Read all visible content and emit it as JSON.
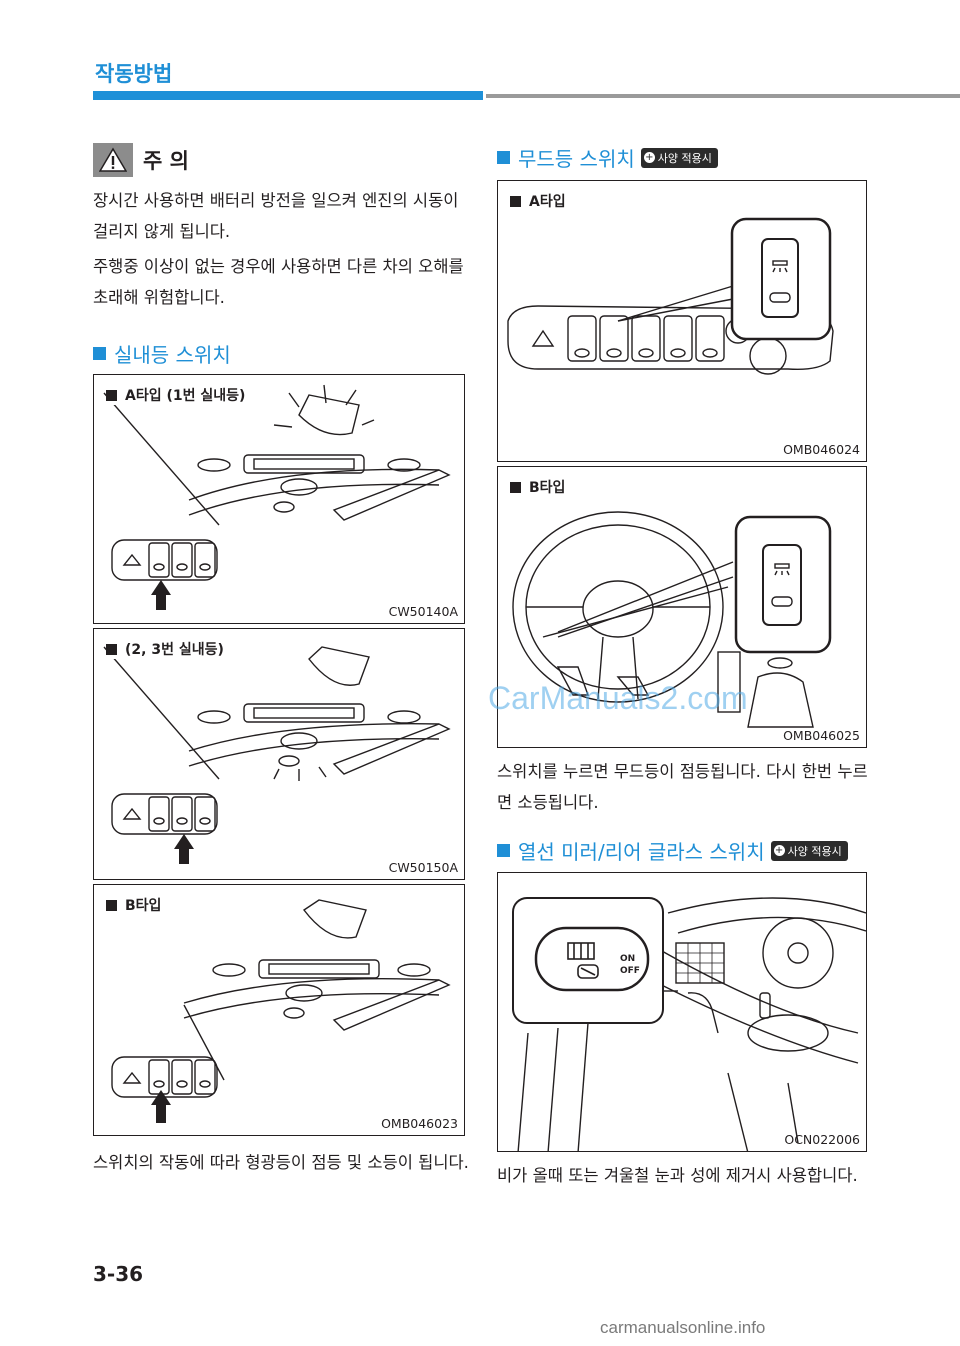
{
  "header": {
    "title": "작동방법"
  },
  "caution": {
    "title": "주 의",
    "paragraphs": [
      "장시간 사용하면 배터리 방전을 일으켜 엔진의 시동이 걸리지 않게 됩니다.",
      "주행중 이상이 없는 경우에 사용하면 다른 차의 오해를 초래해 위험합니다."
    ]
  },
  "interior_lamp": {
    "title": "실내등 스위치",
    "figures": [
      {
        "label": "A타입 (1번 실내등)",
        "code": "CW50140A"
      },
      {
        "label": "(2, 3번 실내등)",
        "code": "CW50150A"
      },
      {
        "label": "B타입",
        "code": "OMB046023"
      }
    ],
    "description": "스위치의 작동에 따라 형광등이 점등 및 소등이 됩니다."
  },
  "mood_lamp": {
    "title": "무드등 스위치",
    "badge": "사양 적용시",
    "figures": [
      {
        "label": "A타입",
        "code": "OMB046024"
      },
      {
        "label": "B타입",
        "code": "OMB046025"
      }
    ],
    "description": "스위치를 누르면 무드등이 점등됩니다. 다시 한번 누르면 소등됩니다."
  },
  "defroster": {
    "title": "열선 미러/리어 글라스 스위치",
    "badge": "사양 적용시",
    "figure": {
      "code": "OCN022006",
      "switch_on": "ON",
      "switch_off": "OFF"
    },
    "description": "비가 올때 또는 겨울철 눈과 성에 제거시 사용합니다."
  },
  "watermark": "CarManuals2.com",
  "page_number": "3-36",
  "footer": "carmanualsonline.info"
}
